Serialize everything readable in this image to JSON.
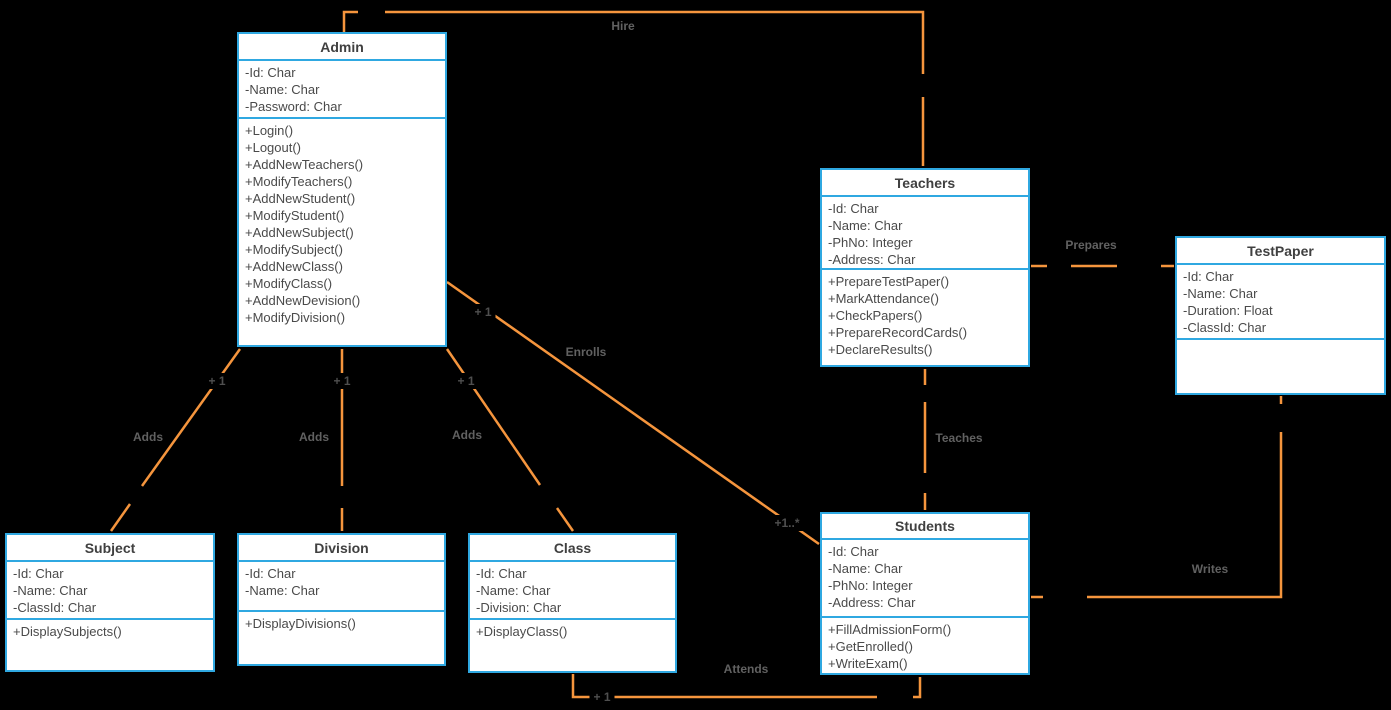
{
  "classes": {
    "admin": {
      "name": "Admin",
      "attributes": [
        "-Id: Char",
        "-Name: Char",
        "-Password: Char"
      ],
      "methods": [
        "+Login()",
        "+Logout()",
        "+AddNewTeachers()",
        "+ModifyTeachers()",
        "+AddNewStudent()",
        "+ModifyStudent()",
        "+AddNewSubject()",
        "+ModifySubject()",
        "+AddNewClass()",
        "+ModifyClass()",
        "+AddNewDevision()",
        "+ModifyDivision()"
      ]
    },
    "teachers": {
      "name": "Teachers",
      "attributes": [
        "-Id: Char",
        "-Name: Char",
        "-PhNo: Integer",
        "-Address: Char"
      ],
      "methods": [
        "+PrepareTestPaper()",
        "+MarkAttendance()",
        "+CheckPapers()",
        "+PrepareRecordCards()",
        "+DeclareResults()"
      ]
    },
    "testpaper": {
      "name": "TestPaper",
      "attributes": [
        "-Id: Char",
        "-Name: Char",
        "-Duration: Float",
        "-ClassId: Char"
      ],
      "methods": []
    },
    "subject": {
      "name": "Subject",
      "attributes": [
        "-Id: Char",
        "-Name: Char",
        "-ClassId: Char"
      ],
      "methods": [
        "+DisplaySubjects()"
      ]
    },
    "division": {
      "name": "Division",
      "attributes": [
        "-Id: Char",
        "-Name: Char"
      ],
      "methods": [
        "+DisplayDivisions()"
      ]
    },
    "class": {
      "name": "Class",
      "attributes": [
        "-Id: Char",
        "-Name: Char",
        "-Division: Char"
      ],
      "methods": [
        "+DisplayClass()"
      ]
    },
    "students": {
      "name": "Students",
      "attributes": [
        "-Id: Char",
        "-Name: Char",
        "-PhNo: Integer",
        "-Address: Char"
      ],
      "methods": [
        "+FillAdmissionForm()",
        "+GetEnrolled()",
        "+WriteExam()"
      ]
    }
  },
  "relationships": {
    "hire": {
      "from": "Admin",
      "to": "Teachers",
      "label": "Hire"
    },
    "prepares": {
      "from": "Teachers",
      "to": "TestPaper",
      "label": "Prepares"
    },
    "enrolls": {
      "from": "Admin",
      "to": "Students",
      "label": "Enrolls",
      "admin_multiplicity": "+ 1",
      "students_multiplicity": "+1..*"
    },
    "teaches": {
      "from": "Teachers",
      "to": "Students",
      "label": "Teaches"
    },
    "adds_subject": {
      "from": "Admin",
      "to": "Subject",
      "label": "Adds",
      "multiplicity": "+ 1"
    },
    "adds_division": {
      "from": "Admin",
      "to": "Division",
      "label": "Adds",
      "multiplicity": "+ 1"
    },
    "adds_class": {
      "from": "Admin",
      "to": "Class",
      "label": "Adds",
      "multiplicity": "+ 1"
    },
    "attends": {
      "from": "Class",
      "to": "Students",
      "label": "Attends",
      "class_multiplicity": "+ 1"
    },
    "writes": {
      "from": "TestPaper",
      "to": "Students",
      "label": "Writes"
    }
  },
  "colors": {
    "background": "#000000",
    "box_border": "#2FA8E1",
    "box_fill": "#FFFFFF",
    "connector": "#F5953D",
    "member_text": "#4A4A4A",
    "label_text": "#616161"
  }
}
